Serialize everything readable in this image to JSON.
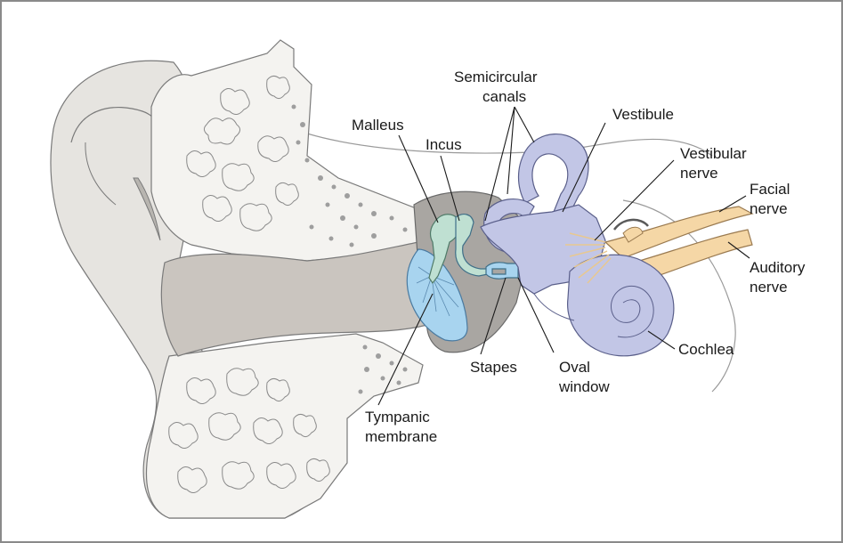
{
  "diagram": {
    "labels": {
      "semicircular_canals": [
        "Semicircular",
        "canals"
      ],
      "malleus": "Malleus",
      "incus": "Incus",
      "vestibule": "Vestibule",
      "vestibular_nerve": [
        "Vestibular",
        "nerve"
      ],
      "facial_nerve": [
        "Facial",
        "nerve"
      ],
      "auditory_nerve": [
        "Auditory",
        "nerve"
      ],
      "cochlea": "Cochlea",
      "stapes": "Stapes",
      "oval_window": [
        "Oval",
        "window"
      ],
      "tympanic_membrane": [
        "Tympanic",
        "membrane"
      ]
    },
    "colors": {
      "frame": "#8a8a8a",
      "skin": "#e6e4e0",
      "bone": "#f4f3f0",
      "canal": "#cac5bf",
      "middle_ear": "#a9a6a2",
      "ossicles": "#bfe0d2",
      "tympanic_membrane": "#a8d4ef",
      "inner_ear": "#c2c6e6",
      "nerve": "#f5d7a6"
    }
  }
}
